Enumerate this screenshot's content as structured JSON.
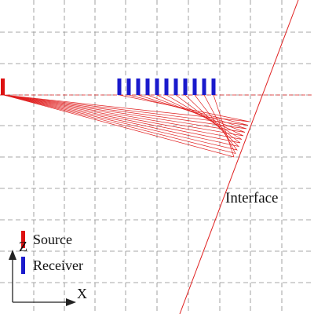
{
  "interface_label": "Interface",
  "legend": {
    "items": [
      {
        "label": "Source",
        "color": "#dd1111"
      },
      {
        "label": "Receiver",
        "color": "#1a1acc"
      }
    ]
  },
  "axes": {
    "z_label": "Z",
    "x_label": "X"
  },
  "colors": {
    "grid": "#8a8a8a",
    "ray": "#e02020",
    "interface_line": "#e02020",
    "source": "#dd1111",
    "receiver": "#1a1acc",
    "axis": "#222222"
  },
  "receiver_count": 11
}
